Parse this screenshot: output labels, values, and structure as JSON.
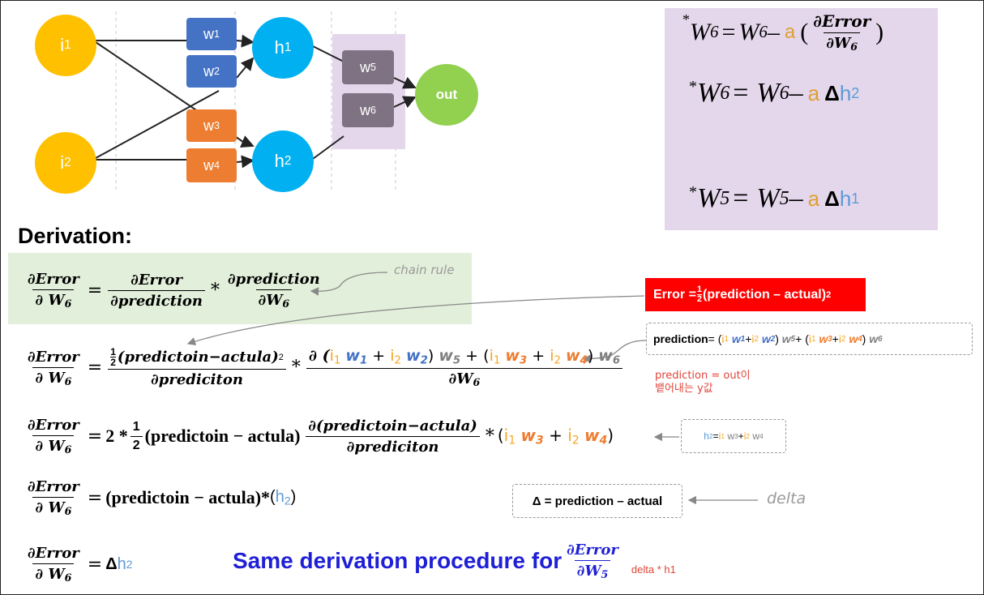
{
  "network": {
    "input1": "i",
    "input1_sub": "1",
    "input2": "i",
    "input2_sub": "2",
    "w1": "w",
    "w1_sub": "1",
    "w2": "w",
    "w2_sub": "2",
    "w3": "w",
    "w3_sub": "3",
    "w4": "w",
    "w4_sub": "4",
    "w5": "w",
    "w5_sub": "5",
    "w6": "w",
    "w6_sub": "6",
    "hidden1": "h",
    "hidden1_sub": "1",
    "hidden2": "h",
    "hidden2_sub": "2",
    "output": "out"
  },
  "update_rules": {
    "line1": {
      "star": "*",
      "lhs": "W",
      "lhs_sub": "6",
      "eq": "=",
      "w": "W",
      "w_sub": "6",
      "minus": "–",
      "a": "a",
      "open": "(",
      "num": "∂Error",
      "den": "∂W",
      "den_sub": "6",
      "close": ")"
    },
    "line2": {
      "star": "*",
      "lhs": "W",
      "lhs_sub": "6",
      "eq": "=",
      "w": "W",
      "w_sub": "6",
      "minus": "–",
      "a": "a",
      "delta": "Δ",
      "h": "h",
      "h_sub": "2"
    },
    "line3": {
      "star": "*",
      "lhs": "W",
      "lhs_sub": "5",
      "eq": "=",
      "w": "W",
      "w_sub": "5",
      "minus": "–",
      "a": "a",
      "delta": "Δ",
      "h": "h",
      "h_sub": "1"
    }
  },
  "heading": "Derivation:",
  "chain_rule_label": "chain rule",
  "error_box": {
    "prefix": "Error = ",
    "half_num": "1",
    "half_den": "2",
    "rest": "(prediction – actual)",
    "sup": "2"
  },
  "prediction_box": {
    "label": "prediction",
    "eq": " = (",
    "i1": "i",
    "i1_sub": "1",
    "w1": "w",
    "w1_sub": "1",
    "plus": " + ",
    "i2": "i",
    "i2_sub": "2",
    "w2": "w",
    "w2_sub": "2",
    "close1": ") ",
    "w5": "w",
    "w5_sub": "5",
    "plus2": " + (",
    "i1b": "i",
    "i1b_sub": "1",
    "w3": "w",
    "w3_sub": "3",
    "i2b": "i",
    "i2b_sub": "2",
    "w4": "w",
    "w4_sub": "4",
    "close2": ") ",
    "w6": "w",
    "w6_sub": "6"
  },
  "note_korean_line1": "prediction = out이",
  "note_korean_line2": "뱉어내는 y값",
  "h2_box": {
    "h": "h",
    "h_sub": "2",
    "eq": " = ",
    "i1": "i",
    "i1_sub": "1",
    "w3": "w",
    "w3_sub": "3",
    "plus": " + ",
    "i2": "i",
    "i2_sub": "2",
    "w4": "w",
    "w4_sub": "4"
  },
  "delta_box": "Δ = prediction – actual",
  "delta_label": "delta",
  "eq1": {
    "num_lhs": "∂Error",
    "den_lhs": "∂ W",
    "den_lhs_sub": "6",
    "eq": "=",
    "num1": "∂Error",
    "den1": "∂prediction",
    "times": "*",
    "num2": "∂prediction",
    "den2": "∂W",
    "den2_sub": "6"
  },
  "eq2": {
    "num_lhs": "∂Error",
    "den_lhs": "∂ W",
    "den_lhs_sub": "6",
    "eq": "=",
    "half_num": "1",
    "half_den": "2",
    "inner": "(predictoin−actula)",
    "sup": "2",
    "den1": "∂prediciton",
    "times": "*",
    "partial": "∂ (",
    "i1": "i",
    "i1_sub": "1",
    "w1": "w",
    "w1_sub": "1",
    "plus": " + ",
    "i2": "i",
    "i2_sub": "2",
    "w2": "w",
    "w2_sub": "2",
    "close": ") ",
    "w5": "w",
    "w5_sub": "5",
    "plus2": " + (",
    "i1b": "i",
    "i1b_sub": "1",
    "w3": "w",
    "w3_sub": "3",
    "i2b": "i",
    "i2b_sub": "2",
    "w4": "w",
    "w4_sub": "4",
    "close2": ") ",
    "w6": "w",
    "w6_sub": "6",
    "den2": "∂W",
    "den2_sub": "6"
  },
  "eq3": {
    "num_lhs": "∂Error",
    "den_lhs": "∂ W",
    "den_lhs_sub": "6",
    "eq": "=",
    "two": "2 *",
    "half_num": "1",
    "half_den": "2",
    "paren": "(predictoin − actula)",
    "num1": "∂(predictoin−actula)",
    "den1": "∂prediciton",
    "times": "*",
    "open": "(",
    "i1": "i",
    "i1_sub": "1",
    "w3": "w",
    "w3_sub": "3",
    "plus": " + ",
    "i2": "i",
    "i2_sub": "2",
    "w4": "w",
    "w4_sub": "4",
    "close": ")"
  },
  "eq4": {
    "num_lhs": "∂Error",
    "den_lhs": "∂ W",
    "den_lhs_sub": "6",
    "eq": "=",
    "paren": "(predictoin − actula)*",
    "open": " (",
    "h": "h",
    "h_sub": "2",
    "close": ")"
  },
  "eq5": {
    "num_lhs": "∂Error",
    "den_lhs": "∂ W",
    "den_lhs_sub": "6",
    "eq": "=",
    "delta": "Δ",
    "h": "h",
    "h_sub": "2"
  },
  "same_procedure": {
    "text": "Same derivation procedure for ",
    "num": "∂Error",
    "den": "∂W",
    "den_sub": "5",
    "note": "delta * h1"
  },
  "colors": {
    "input": "#ffc000",
    "hidden": "#00b0f0",
    "output": "#92d050",
    "w_blue": "#4472c4",
    "w_orange": "#ed7d31",
    "w_gray": "#7f7383",
    "purple_bg": "#e4d7ec",
    "green_bg": "#e2efda",
    "error_red": "#ff0000",
    "note_red": "#e0463a",
    "title_blue": "#1f1fd6"
  }
}
